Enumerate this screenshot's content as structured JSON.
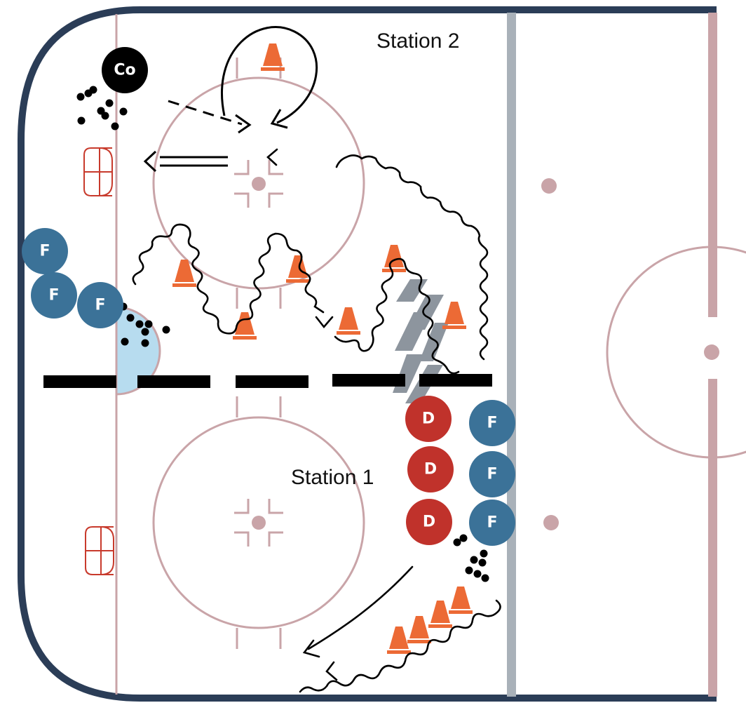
{
  "stations": [
    {
      "label": "Station 2"
    },
    {
      "label": "Station 1"
    }
  ],
  "players": {
    "coach": {
      "label": "Co",
      "color": "#000000"
    },
    "forward": {
      "label": "F",
      "color": "#3b7298"
    },
    "defense": {
      "label": "D",
      "color": "#c0322b"
    }
  },
  "colors": {
    "boards": "#2b3d57",
    "rink_lines": "#c9a4a8",
    "blue_line": "#a9b1b9",
    "red_center_line": "#c9a4a8",
    "crease": "#b7dcef",
    "cone": "#ec6a35",
    "net": "#c83a2c",
    "divider": "#000000",
    "gray_arrow": "#8d959e"
  },
  "icons": [
    "cone-icon",
    "hockey-net-icon",
    "puck-icon",
    "skate-path-icon",
    "pass-arrow-icon"
  ]
}
